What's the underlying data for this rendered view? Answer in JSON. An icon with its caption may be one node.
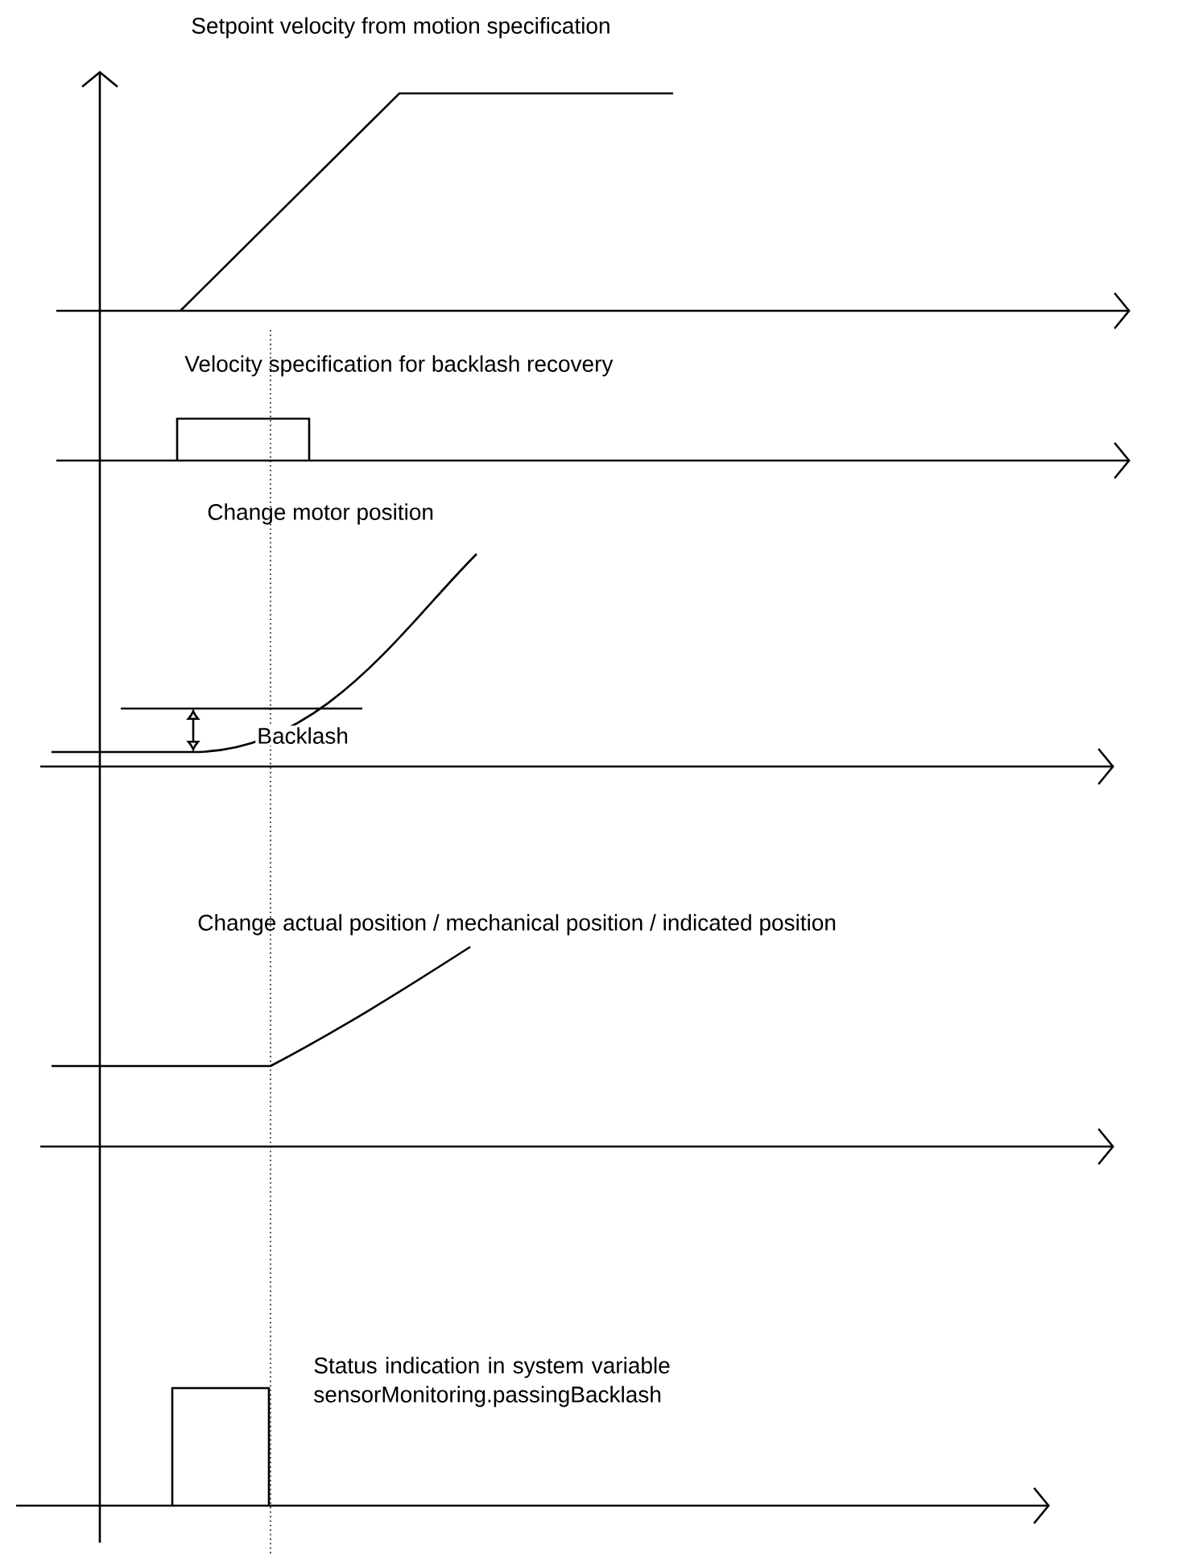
{
  "diagram": {
    "labels": [
      "Setpoint velocity from motion specification",
      "Velocity specification for backlash recovery",
      "Change motor position",
      "Backlash",
      "Change actual position / mechanical position / indicated position",
      "Status indication in system variable sensorMonitoring.passingBacklash"
    ]
  }
}
